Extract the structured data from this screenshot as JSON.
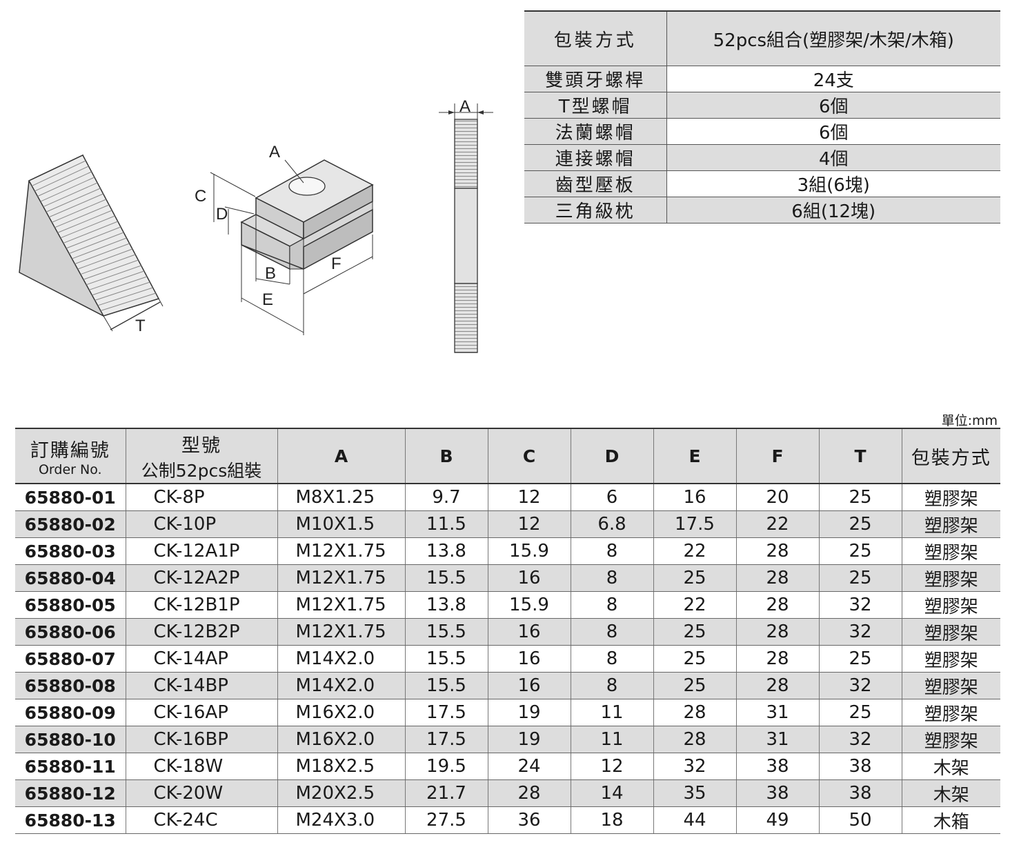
{
  "drawing_labels": {
    "wedge_T": "T",
    "tnut_A": "A",
    "tnut_B": "B",
    "tnut_C": "C",
    "tnut_D": "D",
    "tnut_E": "E",
    "tnut_F": "F",
    "stud_A": "A"
  },
  "package_table": {
    "header": {
      "label": "包裝方式",
      "value": "52pcs組合(塑膠架/木架/木箱)"
    },
    "rows": [
      {
        "name": "雙頭牙螺桿",
        "qty": "24支"
      },
      {
        "name": "T型螺帽",
        "qty": "6個"
      },
      {
        "name": "法蘭螺帽",
        "qty": "6個"
      },
      {
        "name": "連接螺帽",
        "qty": "4個"
      },
      {
        "name": "齒型壓板",
        "qty": "3組(6塊)"
      },
      {
        "name": "三角級枕",
        "qty": "6組(12塊)"
      }
    ]
  },
  "unit": "單位:mm",
  "spec_table": {
    "headers": {
      "order_cn": "訂購編號",
      "order_en": "Order No.",
      "model_cn": "型號",
      "model_sub": "公制52pcs組裝",
      "A": "A",
      "B": "B",
      "C": "C",
      "D": "D",
      "E": "E",
      "F": "F",
      "T": "T",
      "pack": "包裝方式"
    },
    "rows": [
      [
        "65880-01",
        "CK-8P",
        "M8X1.25",
        "9.7",
        "12",
        "6",
        "16",
        "20",
        "25",
        "塑膠架"
      ],
      [
        "65880-02",
        "CK-10P",
        "M10X1.5",
        "11.5",
        "12",
        "6.8",
        "17.5",
        "22",
        "25",
        "塑膠架"
      ],
      [
        "65880-03",
        "CK-12A1P",
        "M12X1.75",
        "13.8",
        "15.9",
        "8",
        "22",
        "28",
        "25",
        "塑膠架"
      ],
      [
        "65880-04",
        "CK-12A2P",
        "M12X1.75",
        "15.5",
        "16",
        "8",
        "25",
        "28",
        "25",
        "塑膠架"
      ],
      [
        "65880-05",
        "CK-12B1P",
        "M12X1.75",
        "13.8",
        "15.9",
        "8",
        "22",
        "28",
        "32",
        "塑膠架"
      ],
      [
        "65880-06",
        "CK-12B2P",
        "M12X1.75",
        "15.5",
        "16",
        "8",
        "25",
        "28",
        "32",
        "塑膠架"
      ],
      [
        "65880-07",
        "CK-14AP",
        "M14X2.0",
        "15.5",
        "16",
        "8",
        "25",
        "28",
        "25",
        "塑膠架"
      ],
      [
        "65880-08",
        "CK-14BP",
        "M14X2.0",
        "15.5",
        "16",
        "8",
        "25",
        "28",
        "32",
        "塑膠架"
      ],
      [
        "65880-09",
        "CK-16AP",
        "M16X2.0",
        "17.5",
        "19",
        "11",
        "28",
        "31",
        "25",
        "塑膠架"
      ],
      [
        "65880-10",
        "CK-16BP",
        "M16X2.0",
        "17.5",
        "19",
        "11",
        "28",
        "31",
        "32",
        "塑膠架"
      ],
      [
        "65880-11",
        "CK-18W",
        "M18X2.5",
        "19.5",
        "24",
        "12",
        "32",
        "38",
        "38",
        "木架"
      ],
      [
        "65880-12",
        "CK-20W",
        "M20X2.5",
        "21.7",
        "28",
        "14",
        "35",
        "38",
        "38",
        "木架"
      ],
      [
        "65880-13",
        "CK-24C",
        "M24X3.0",
        "27.5",
        "36",
        "18",
        "44",
        "49",
        "50",
        "木箱"
      ]
    ]
  }
}
